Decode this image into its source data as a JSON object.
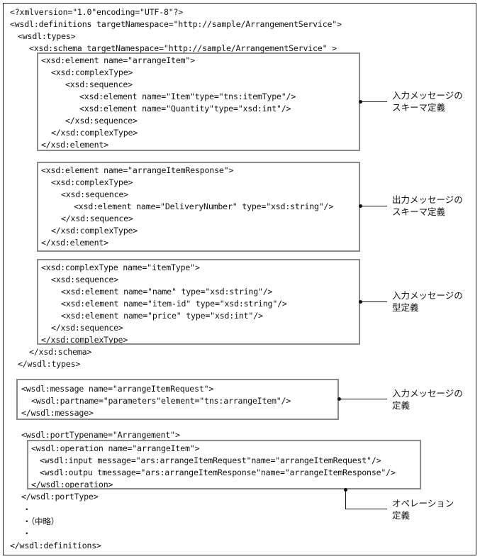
{
  "code_lines": [
    "<?xmlversion=\"1.0\"encoding=\"UTF-8\"?>",
    "<wsdl:definitions targetNamespace=\"http://sample/ArrangementService\">",
    "<wsdl:types>",
    "<xsd:schema targetNamespace=\"http://sample/ArrangementService\" >",
    "<xsd:element name=\"arrangeItem\">",
    "<xsd:complexType>",
    "<xsd:sequence>",
    "<xsd:element name=\"Item\"type=\"tns:itemType\"/>",
    "<xsd:element name=\"Quantity\"type=\"xsd:int\"/>",
    "</xsd:sequence>",
    "</xsd:complexType>",
    "</xsd:element>",
    "<xsd:element name=\"arrangeItemResponse\">",
    "<xsd:complexType>",
    "<xsd:sequence>",
    "<xsd:element name=\"DeliveryNumber\" type=\"xsd:string\"/>",
    "</xsd:sequence>",
    "</xsd:complexType>",
    "</xsd:element>",
    "<xsd:complexType name=\"itemType\">",
    "<xsd:sequence>",
    "<xsd:element name=\"name\" type=\"xsd:string\"/>",
    "<xsd:element name=\"item-id\" type=\"xsd:string\"/>",
    "<xsd:element name=\"price\" type=\"xsd:int\"/>",
    "</xsd:sequence>",
    "</xsd:complexType>",
    "</xsd:schema>",
    "</wsdl:types>",
    "<wsdl:message name=\"arrangeItemRequest\">",
    "<wsdl:partname=\"parameters\"element=\"tns:arrangeItem\"/>",
    "</wsdl:message>",
    "<wsdl:portTypename=\"Arrangement\">",
    "<wsdl:operation name=\"arrangeItem\">",
    "<wsdl:input message=\"ars:arrangeItemRequest\"name=\"arrangeItemRequest\"/>",
    "<wsdl:outpu tmessage=\"ars:arrangeItemResponse\"name=\"arrangeItemResponse\"/>",
    "</wsdl:operation>",
    "</wsdl:portType>",
    "・",
    "・（中略）",
    "・",
    "</wsdl:definitions>"
  ],
  "annotations": [
    "入力メッセージの\nスキーマ定義",
    "出力メッセージの\nスキーマ定義",
    "入力メッセージの\n型定義",
    "入力メッセージの\n定義",
    "オペレーション\n定義"
  ]
}
